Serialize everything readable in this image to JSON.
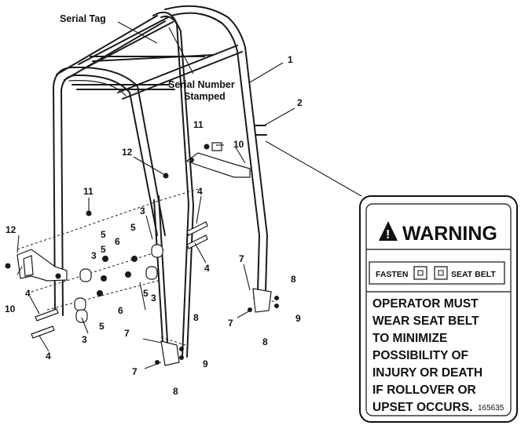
{
  "callouts": {
    "serial_tag": "Serial Tag",
    "serial_number_line1": "Serial Number",
    "serial_number_line2": "Stamped",
    "n1": "1",
    "n2": "2",
    "n3": "3",
    "n4": "4",
    "n5": "5",
    "n6": "6",
    "n7": "7",
    "n8": "8",
    "n9": "9",
    "n10": "10",
    "n11": "11",
    "n12": "12"
  },
  "warning_decal": {
    "title": "WARNING",
    "fasten": "FASTEN",
    "seat_belt": "SEAT BELT",
    "line1": "OPERATOR MUST",
    "line2": "WEAR SEAT BELT",
    "line3": "TO MINIMIZE",
    "line4": "POSSIBILITY OF",
    "line5": "INJURY OR DEATH",
    "line6": "IF ROLLOVER OR",
    "line7": "UPSET OCCURS.",
    "part_number": "165635"
  }
}
